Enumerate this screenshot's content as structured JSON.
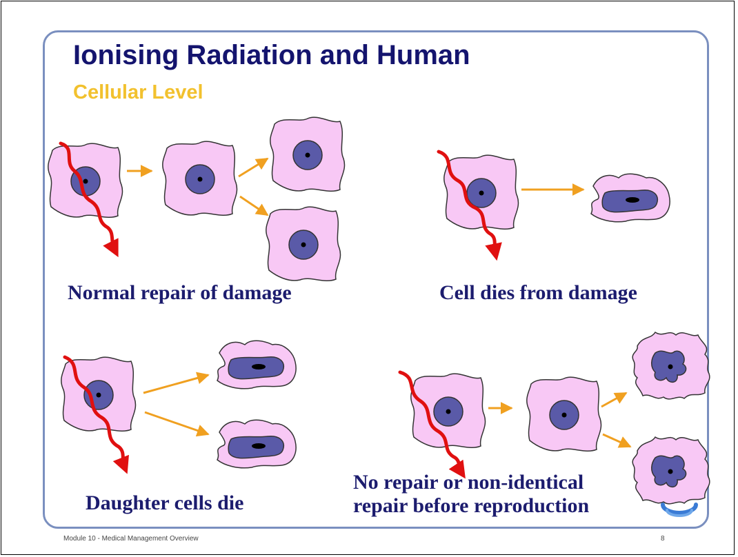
{
  "slide": {
    "title": "Ionising Radiation and Human",
    "subtitle": "Cellular Level",
    "footer_left": "Module 10 - Medical Management Overview",
    "page_number": "8"
  },
  "panels": {
    "normal_repair": {
      "caption": "Normal repair of damage"
    },
    "cell_dies": {
      "caption": "Cell dies from damage"
    },
    "daughter_die": {
      "caption": "Daughter cells die"
    },
    "no_repair": {
      "caption_line1": "No repair or non-identical",
      "caption_line2": "repair before reproduction"
    }
  },
  "colors": {
    "title": "#14146e",
    "subtitle": "#f2c12e",
    "cell_fill": "#f8c8f5",
    "nucleus_fill": "#5a5aa8",
    "radiation_track": "#e01010",
    "arrow": "#f0a020",
    "frame": "#7a8fbf"
  }
}
